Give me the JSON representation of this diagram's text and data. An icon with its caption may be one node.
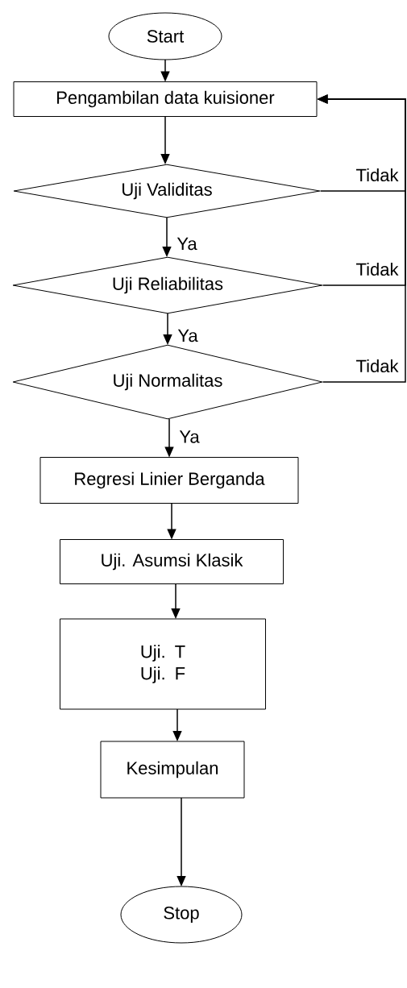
{
  "diagram": {
    "nodes": [
      {
        "text": [
          "Start"
        ]
      },
      {
        "text": [
          "Pengambilan data kuisioner"
        ]
      },
      {
        "text": [
          "Uji Validitas"
        ]
      },
      {
        "text": [
          "Uji Reliabilitas"
        ]
      },
      {
        "text": [
          "Uji Normalitas"
        ]
      },
      {
        "text": [
          "Regresi Linier Berganda"
        ]
      },
      {
        "text": [
          "Uji. Asumsi Klasik"
        ]
      },
      {
        "text": [
          "Uji. T",
          "Uji. F"
        ]
      },
      {
        "text": [
          "Kesimpulan"
        ]
      },
      {
        "text": [
          "Stop"
        ]
      }
    ],
    "edges": [
      {
        "from": 0,
        "to": 1,
        "arrow": "to"
      },
      {
        "from": 1,
        "to": 2,
        "arrow": "to"
      },
      {
        "from": 2,
        "to": 3,
        "arrow": "to",
        "label": "Ya"
      },
      {
        "from": 3,
        "to": 4,
        "arrow": "to",
        "label": "Ya"
      },
      {
        "from": 4,
        "to": 5,
        "arrow": "to",
        "label": "Ya"
      },
      {
        "from": 5,
        "to": 6,
        "arrow": "to"
      },
      {
        "from": 6,
        "to": 7,
        "arrow": "to"
      },
      {
        "from": 7,
        "to": 8,
        "arrow": "to"
      },
      {
        "from": 8,
        "to": 9,
        "arrow": "to"
      },
      {
        "from": 2,
        "to": 1,
        "arrow": "to",
        "label": "Tidak"
      },
      {
        "from": 3,
        "to": 1,
        "arrow": "to",
        "label": "Tidak"
      },
      {
        "from": 4,
        "to": 1,
        "arrow": "to",
        "label": "Tidak"
      }
    ]
  }
}
